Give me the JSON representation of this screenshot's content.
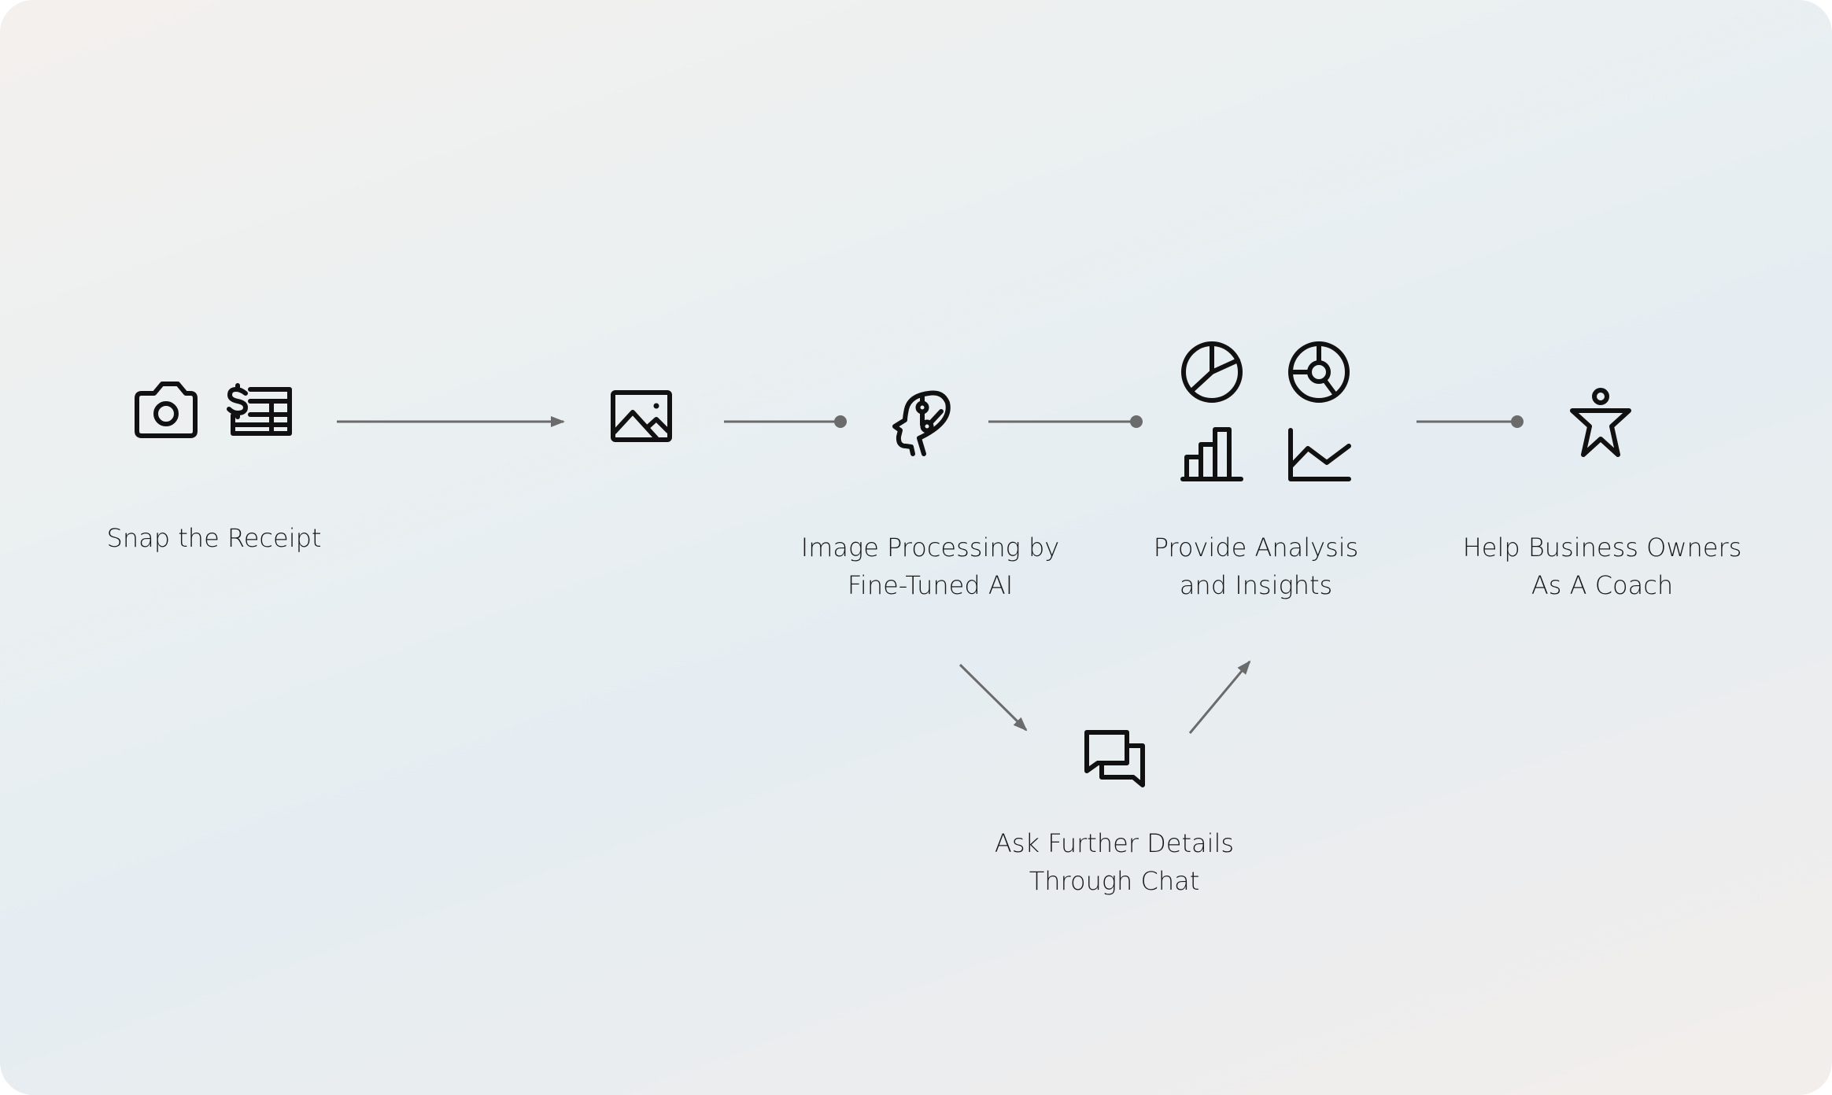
{
  "steps": {
    "snap": {
      "label": "Snap the Receipt",
      "icons": [
        "camera-icon",
        "receipt-dollar-icon"
      ]
    },
    "image": {
      "icons": [
        "image-icon"
      ]
    },
    "processing": {
      "line1": "Image Processing by",
      "line2": "Fine-Tuned AI",
      "icons": [
        "ai-head-icon"
      ]
    },
    "analysis": {
      "line1": "Provide Analysis",
      "line2": "and Insights",
      "icons": [
        "pie-chart-icon",
        "donut-chart-icon",
        "bar-chart-icon",
        "line-chart-icon"
      ]
    },
    "coach": {
      "line1": "Help Business Owners",
      "line2": "As A Coach",
      "icons": [
        "person-icon"
      ]
    },
    "chat": {
      "line1": "Ask Further Details",
      "line2": "Through Chat",
      "icons": [
        "chat-bubbles-icon"
      ]
    }
  },
  "colors": {
    "icon": "#111111",
    "connector": "#6b6b6b",
    "text": "#1a1a1a"
  }
}
